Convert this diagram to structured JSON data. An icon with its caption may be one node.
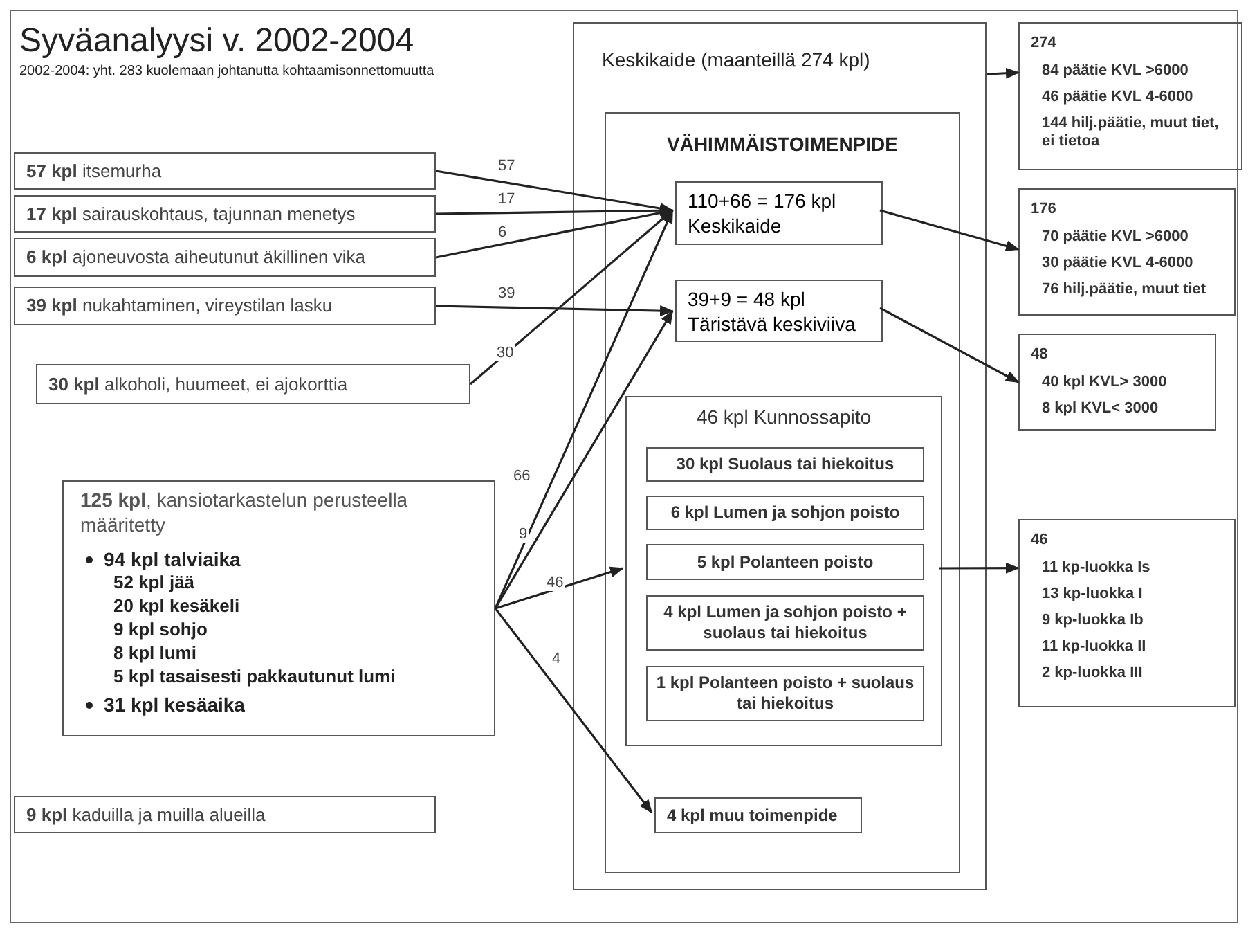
{
  "diagram": {
    "title": "Syväanalyysi v. 2002-2004",
    "caption": "2002-2004: yht. 283 kuolemaan johtanutta kohtaamisonnettomuutta",
    "nodes": [
      {
        "text": [
          "**57 kpl** itsemurha"
        ]
      },
      {
        "text": [
          "**17 kpl** sairauskohtaus, tajunnan menetys"
        ]
      },
      {
        "text": [
          "**6 kpl** ajoneuvosta aiheutunut äkillinen vika"
        ]
      },
      {
        "text": [
          "**39 kpl** nukahtaminen, vireystilan lasku"
        ]
      },
      {
        "text": [
          "**30 kpl** alkoholi, huumeet, ei ajokorttia"
        ]
      },
      {
        "text": [
          "**125 kpl**, kansiotarkastelun perusteella määritetty",
          "94 kpl talviaika",
          "52 kpl jää",
          "20 kpl kesäkeli",
          "9 kpl sohjo",
          "8 kpl lumi",
          "5 kpl tasaisesti pakkautunut lumi",
          "31 kpl kesäaika"
        ]
      },
      {
        "text": [
          "**9 kpl** kaduilla ja muilla alueilla"
        ]
      },
      {
        "text": [
          "Keskikaide (maanteillä 274 kpl)"
        ]
      },
      {
        "text": [
          "VÄHIMMÄISTOIMENPIDE"
        ],
        "in": 7
      },
      {
        "text": [
          "110+66 = 176 kpl Keskikaide"
        ],
        "in": 8
      },
      {
        "text": [
          "39+9 = 48 kpl Täristävä keskiviiva"
        ],
        "in": 8
      },
      {
        "text": [
          "46 kpl Kunnossapito"
        ],
        "in": 8
      },
      {
        "text": [
          "30 kpl Suolaus tai hiekoitus"
        ],
        "in": 11
      },
      {
        "text": [
          "6 kpl Lumen ja sohjon poisto"
        ],
        "in": 11
      },
      {
        "text": [
          "5 kpl Polanteen poisto"
        ],
        "in": 11
      },
      {
        "text": [
          "4 kpl Lumen ja sohjon poisto + suolaus tai hiekoitus"
        ],
        "in": 11
      },
      {
        "text": [
          "1 kpl Polanteen poisto + suolaus tai hiekoitus"
        ],
        "in": 11
      },
      {
        "text": [
          "4 kpl muu toimenpide"
        ],
        "in": 8
      },
      {
        "text": [
          "274",
          "84 päätie KVL >6000",
          "46 päätie KVL 4-6000",
          "144  hilj.päätie, muut tiet, ei tietoa"
        ]
      },
      {
        "text": [
          "176",
          "70 päätie KVL >6000",
          "30 päätie KVL 4-6000",
          "76 hilj.päätie, muut tiet"
        ]
      },
      {
        "text": [
          "48",
          "40 kpl  KVL> 3000",
          "8 kpl KVL< 3000"
        ]
      },
      {
        "text": [
          "46",
          "11 kp-luokka Is",
          "13 kp-luokka I",
          "9 kp-luokka Ib",
          "11 kp-luokka II",
          "2 kp-luokka III"
        ]
      }
    ],
    "edges": [
      {
        "from": 0,
        "to": 9,
        "arrow": "to",
        "label": "57"
      },
      {
        "from": 1,
        "to": 9,
        "arrow": "to",
        "label": "17"
      },
      {
        "from": 2,
        "to": 9,
        "arrow": "to",
        "label": "6"
      },
      {
        "from": 3,
        "to": 10,
        "arrow": "to",
        "label": "39"
      },
      {
        "from": 4,
        "to": 9,
        "arrow": "to",
        "label": "30"
      },
      {
        "from": 5,
        "to": 9,
        "arrow": "to",
        "label": "66"
      },
      {
        "from": 5,
        "to": 10,
        "arrow": "to",
        "label": "9"
      },
      {
        "from": 5,
        "to": 11,
        "arrow": "to",
        "label": "46"
      },
      {
        "from": 5,
        "to": 17,
        "arrow": "to",
        "label": "4"
      },
      {
        "from": 7,
        "to": 18,
        "arrow": "to"
      },
      {
        "from": 9,
        "to": 19,
        "arrow": "to"
      },
      {
        "from": 10,
        "to": 20,
        "arrow": "to"
      },
      {
        "from": 11,
        "to": 21,
        "arrow": "to"
      }
    ]
  }
}
